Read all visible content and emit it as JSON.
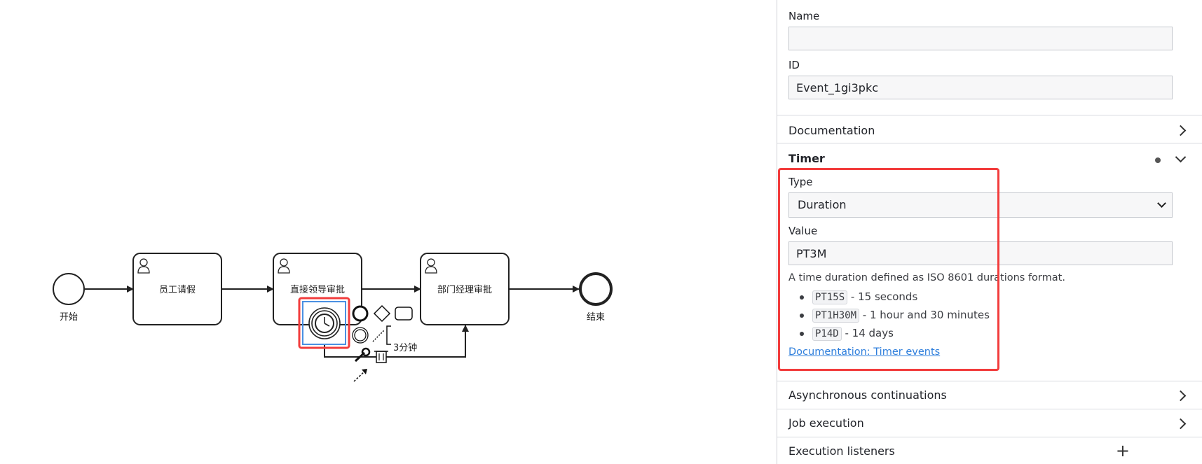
{
  "diagram": {
    "start_event_label": "开始",
    "end_event_label": "结束",
    "tasks": [
      {
        "label": "员工请假"
      },
      {
        "label": "直接领导审批"
      },
      {
        "label": "部门经理审批"
      }
    ],
    "timer_flow_label": "3分钟"
  },
  "properties": {
    "name_label": "Name",
    "name_value": "",
    "id_label": "ID",
    "id_value": "Event_1gi3pkc",
    "documentation_title": "Documentation",
    "timer": {
      "title": "Timer",
      "type_label": "Type",
      "type_value": "Duration",
      "value_label": "Value",
      "value_value": "PT3M",
      "hint": "A time duration defined as ISO 8601 durations format.",
      "examples": [
        {
          "code": "PT15S",
          "text": " - 15 seconds"
        },
        {
          "code": "PT1H30M",
          "text": " - 1 hour and 30 minutes"
        },
        {
          "code": "P14D",
          "text": " - 14 days"
        }
      ],
      "doc_link": "Documentation: Timer events"
    },
    "async_title": "Asynchronous continuations",
    "job_title": "Job execution",
    "listeners_title": "Execution listeners"
  },
  "colors": {
    "highlight": "#f23c3c",
    "selection": "#4a90e2",
    "link": "#2f7fdc"
  }
}
